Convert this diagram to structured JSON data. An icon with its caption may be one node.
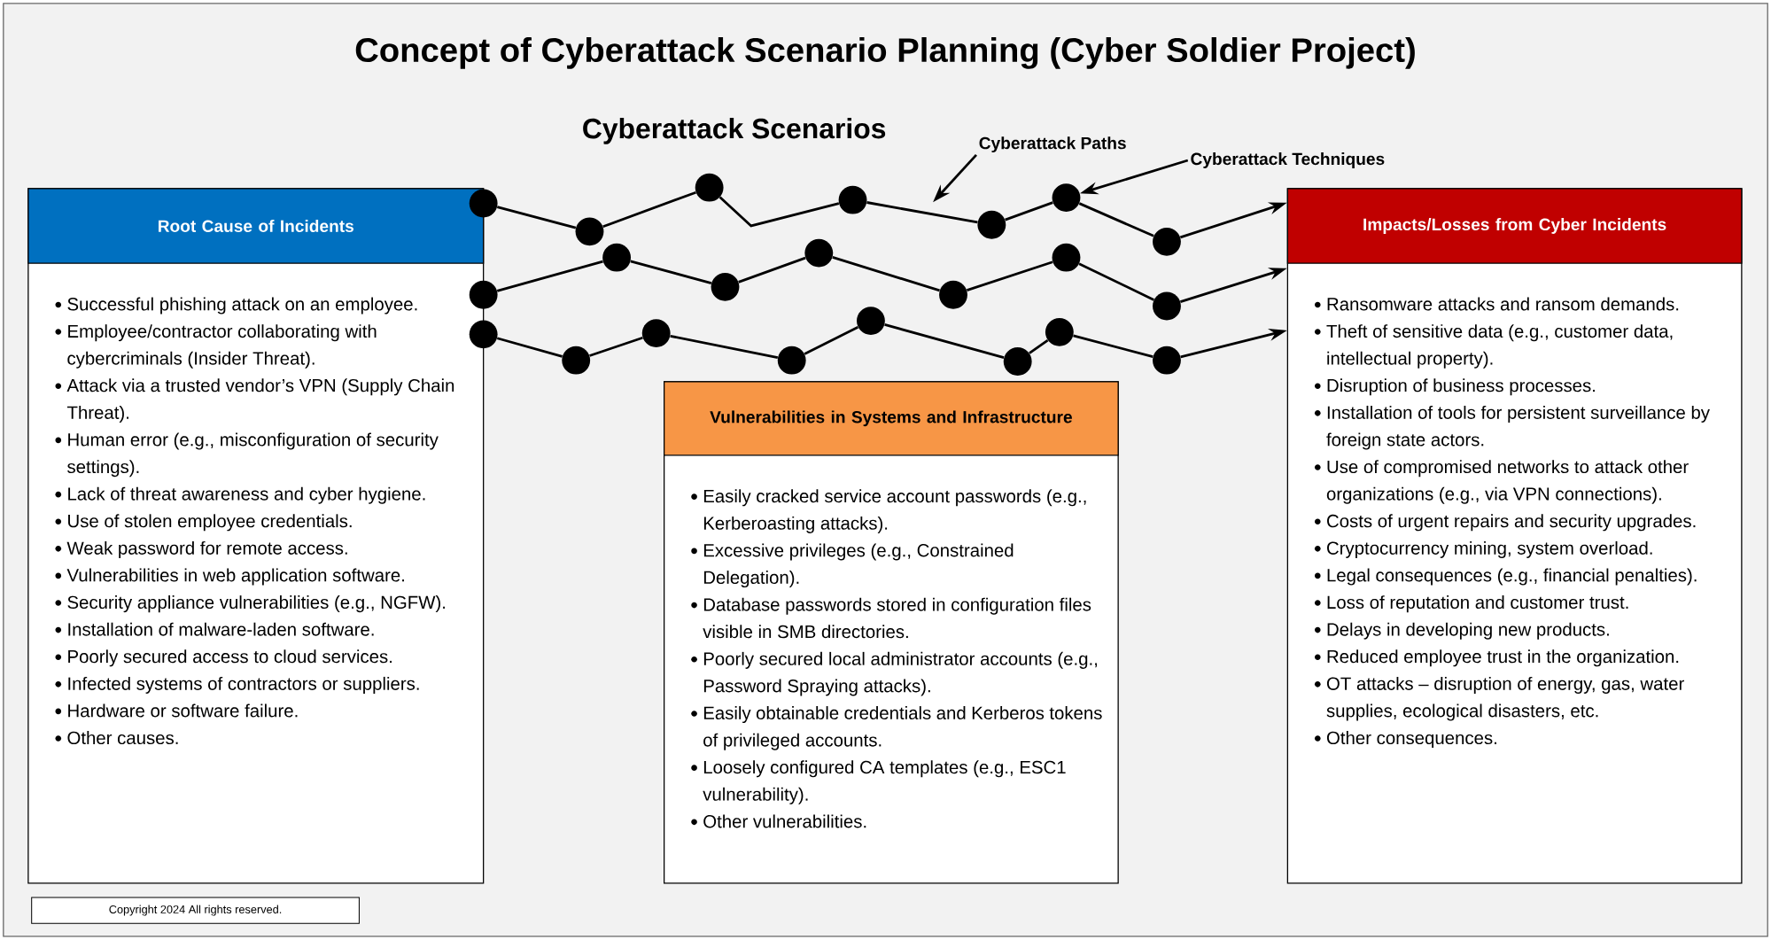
{
  "diagram": {
    "title": "Concept of Cyberattack Scenario Planning (Cyber Soldier Project)",
    "nodes": [
      {
        "text": [
          "Root Cause of Incidents",
          "Successful phishing attack on an employee.",
          "Employee/contractor collaborating with cybercriminals (Insider Threat).",
          "Attack via a trusted vendor’s VPN (Supply Chain Threat).",
          "Human error (e.g., misconfiguration of security settings).",
          "Lack of threat awareness and cyber hygiene.",
          "Use of stolen employee credentials.",
          "Weak password for remote access.",
          "Vulnerabilities in web application software.",
          "Security appliance vulnerabilities (e.g., NGFW).",
          "Installation of malware-laden software.",
          "Poorly secured access to cloud services.",
          "Infected systems of contractors or suppliers.",
          "Hardware or software failure.",
          "Other causes."
        ]
      },
      {
        "text": [
          "Impacts/Losses from Cyber Incidents",
          "Ransomware attacks and ransom demands.",
          "Theft of sensitive data (e.g., customer data, intellectual property).",
          "Disruption of business processes.",
          "Installation of tools for persistent surveillance by foreign state actors.",
          "Use of compromised networks to attack other organizations (e.g., via VPN connections).",
          "Costs of urgent repairs and security upgrades.",
          "Cryptocurrency mining, system overload.",
          "Legal consequences (e.g., financial penalties).",
          "Loss of reputation and customer trust.",
          "Delays in developing new products.",
          "Reduced employee trust in the organization.",
          "OT attacks – disruption of energy, gas, water supplies, ecological disasters, etc.",
          "Other consequences."
        ]
      },
      {
        "text": [
          "Vulnerabilities in Systems and Infrastructure",
          "Easily cracked service account passwords (e.g., Kerberoasting attacks).",
          "Excessive privileges (e.g., Constrained Delegation).",
          "Database passwords stored in configuration files visible in SMB directories.",
          "Poorly secured local administrator accounts (e.g., Password Spraying attacks).",
          "Easily obtainable credentials and Kerberos tokens of privileged accounts.",
          "Loosely configured CA templates (e.g., ESC1 vulnerability).",
          "Other vulnerabilities."
        ]
      },
      {
        "text": [],
        "shape": "circle"
      },
      {
        "text": [],
        "shape": "circle"
      },
      {
        "text": [],
        "shape": "circle"
      },
      {
        "text": [],
        "shape": "circle"
      },
      {
        "text": [],
        "shape": "circle"
      },
      {
        "text": [],
        "shape": "circle"
      },
      {
        "text": [],
        "shape": "circle"
      },
      {
        "text": [],
        "shape": "circle"
      },
      {
        "text": [],
        "shape": "circle"
      },
      {
        "text": [],
        "shape": "circle"
      },
      {
        "text": [],
        "shape": "circle"
      },
      {
        "text": [],
        "shape": "circle"
      },
      {
        "text": [],
        "shape": "circle"
      },
      {
        "text": [],
        "shape": "circle"
      },
      {
        "text": [],
        "shape": "circle"
      },
      {
        "text": [],
        "shape": "circle"
      },
      {
        "text": [],
        "shape": "circle"
      },
      {
        "text": [],
        "shape": "circle"
      },
      {
        "text": [],
        "shape": "circle"
      },
      {
        "text": [],
        "shape": "circle"
      },
      {
        "text": [],
        "shape": "circle"
      },
      {
        "text": [],
        "shape": "circle"
      },
      {
        "text": [
          "Cyberattack Paths"
        ]
      },
      {
        "text": [
          "Cyberattack Techniques"
        ]
      }
    ],
    "edges": [
      {
        "from": 3,
        "to": 4,
        "arrow": "none"
      },
      {
        "from": 4,
        "to": 5,
        "arrow": "none"
      },
      {
        "from": 5,
        "to": 6,
        "arrow": "none"
      },
      {
        "from": 6,
        "to": 7,
        "arrow": "none"
      },
      {
        "from": 7,
        "to": 8,
        "arrow": "none"
      },
      {
        "from": 8,
        "to": 9,
        "arrow": "none"
      },
      {
        "from": 9,
        "to": 1,
        "arrow": "to"
      },
      {
        "from": 10,
        "to": 11,
        "arrow": "none"
      },
      {
        "from": 11,
        "to": 12,
        "arrow": "none"
      },
      {
        "from": 12,
        "to": 13,
        "arrow": "none"
      },
      {
        "from": 13,
        "to": 14,
        "arrow": "none"
      },
      {
        "from": 14,
        "to": 15,
        "arrow": "none"
      },
      {
        "from": 15,
        "to": 16,
        "arrow": "none"
      },
      {
        "from": 16,
        "to": 1,
        "arrow": "to"
      },
      {
        "from": 17,
        "to": 18,
        "arrow": "none"
      },
      {
        "from": 18,
        "to": 19,
        "arrow": "none"
      },
      {
        "from": 19,
        "to": 20,
        "arrow": "none"
      },
      {
        "from": 20,
        "to": 21,
        "arrow": "none"
      },
      {
        "from": 21,
        "to": 22,
        "arrow": "none"
      },
      {
        "from": 22,
        "to": 23,
        "arrow": "none"
      },
      {
        "from": 23,
        "to": 24,
        "arrow": "none"
      },
      {
        "from": 24,
        "to": 1,
        "arrow": "to"
      },
      {
        "from": 25,
        "to": null,
        "arrow": "to"
      },
      {
        "from": 26,
        "to": 8,
        "arrow": "to"
      }
    ],
    "labels": [
      "Cyberattack Scenarios",
      "Copyright 2024 All rights reserved."
    ]
  }
}
